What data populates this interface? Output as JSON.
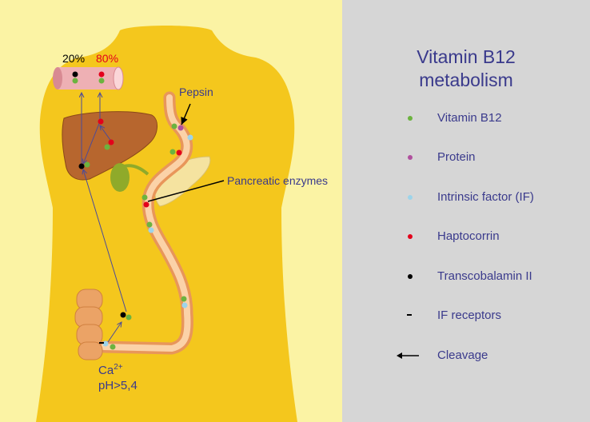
{
  "colors": {
    "background": "#fbf3a4",
    "body": "#f4c71d",
    "panel": "#d6d6d6",
    "legend_text": "#3a3a8c",
    "vitamin_b12": "#6cb33f",
    "protein": "#b0509e",
    "intrinsic_factor": "#9dd4ea",
    "haptocorrin": "#e3001b",
    "transcobalamin": "#000000"
  },
  "diagram": {
    "percent_black": "20%",
    "percent_red": "80%",
    "label_pepsin": "Pepsin",
    "label_pancreatic": "Pancreatic enzymes",
    "label_ca": "Ca",
    "label_ca_sup": "2+",
    "label_ph": "pH>5,4"
  },
  "legend": {
    "title_line1": "Vitamin B12",
    "title_line2": "metabolism",
    "items": [
      {
        "label": "Vitamin B12",
        "icon": "green-dot"
      },
      {
        "label": "Protein",
        "icon": "purple-dot"
      },
      {
        "label": "Intrinsic factor (IF)",
        "icon": "light-blue-dot"
      },
      {
        "label": "Haptocorrin",
        "icon": "red-dot"
      },
      {
        "label": "Transcobalamin II",
        "icon": "black-dot"
      },
      {
        "label": "IF receptors",
        "icon": "dash-icon"
      },
      {
        "label": "Cleavage",
        "icon": "arrow-left-icon"
      }
    ]
  }
}
